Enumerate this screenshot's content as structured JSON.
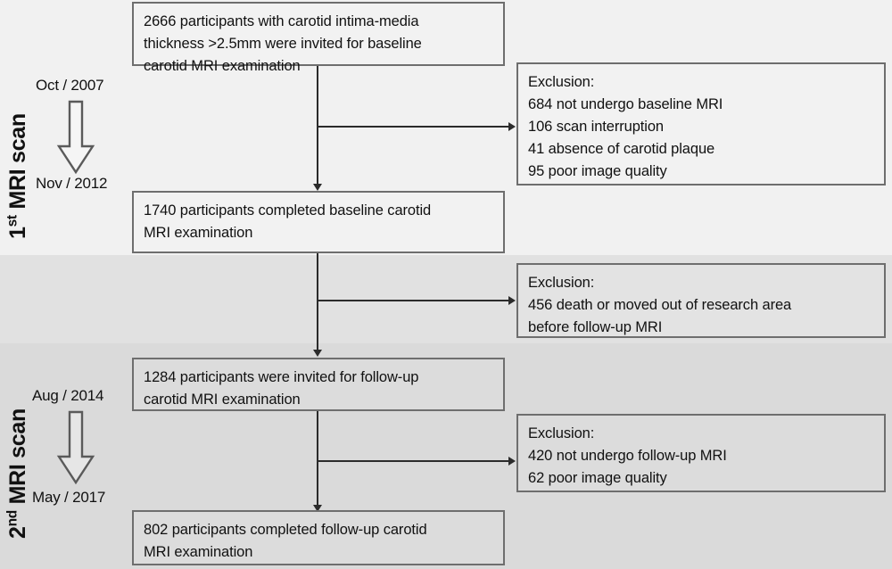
{
  "figure": {
    "title": "Study participant flowchart: carotid MRI baseline and follow-up",
    "type": "flowchart",
    "background_bands": [
      "#f1f1f1",
      "#e1e1e1",
      "#dadada"
    ],
    "line_color": "#2b2b2b",
    "box_border_color": "#6e6e6e"
  },
  "sections": [
    {
      "id": "first-scan",
      "label_prefix": "1",
      "label_sup": "st",
      "label_suffix": " MRI scan",
      "date_start": "Oct / 2007",
      "date_end": "Nov / 2012",
      "arrow_icon": "down-arrow-outline-icon"
    },
    {
      "id": "second-scan",
      "label_prefix": "2",
      "label_sup": "nd",
      "label_suffix": " MRI scan",
      "date_start": "Aug / 2014",
      "date_end": "May / 2017",
      "arrow_icon": "down-arrow-outline-icon"
    }
  ],
  "nodes": {
    "invited_baseline": {
      "line1": "2666 participants with carotid intima-media",
      "line2": "thickness >2.5mm were invited for baseline",
      "line3": "carotid MRI examination",
      "count": 2666
    },
    "completed_baseline": {
      "line1": "1740 participants completed baseline carotid",
      "line2": "MRI examination",
      "count": 1740
    },
    "invited_followup": {
      "line1": "1284 participants were invited for follow-up",
      "line2": "carotid MRI examination",
      "count": 1284
    },
    "completed_followup": {
      "line1": "802 participants completed follow-up carotid",
      "line2": "MRI examination",
      "count": 802
    }
  },
  "exclusions": {
    "baseline": {
      "heading": "Exclusion:",
      "items": [
        "684 not undergo baseline MRI",
        "106 scan interruption",
        "41 absence of carotid plaque",
        "95 poor image quality"
      ]
    },
    "interval": {
      "heading": "Exclusion:",
      "items": [
        "456 death or moved out of research area",
        "before follow-up MRI"
      ]
    },
    "followup": {
      "heading": "Exclusion:",
      "items": [
        "420 not undergo follow-up MRI",
        "62 poor image quality"
      ]
    }
  }
}
